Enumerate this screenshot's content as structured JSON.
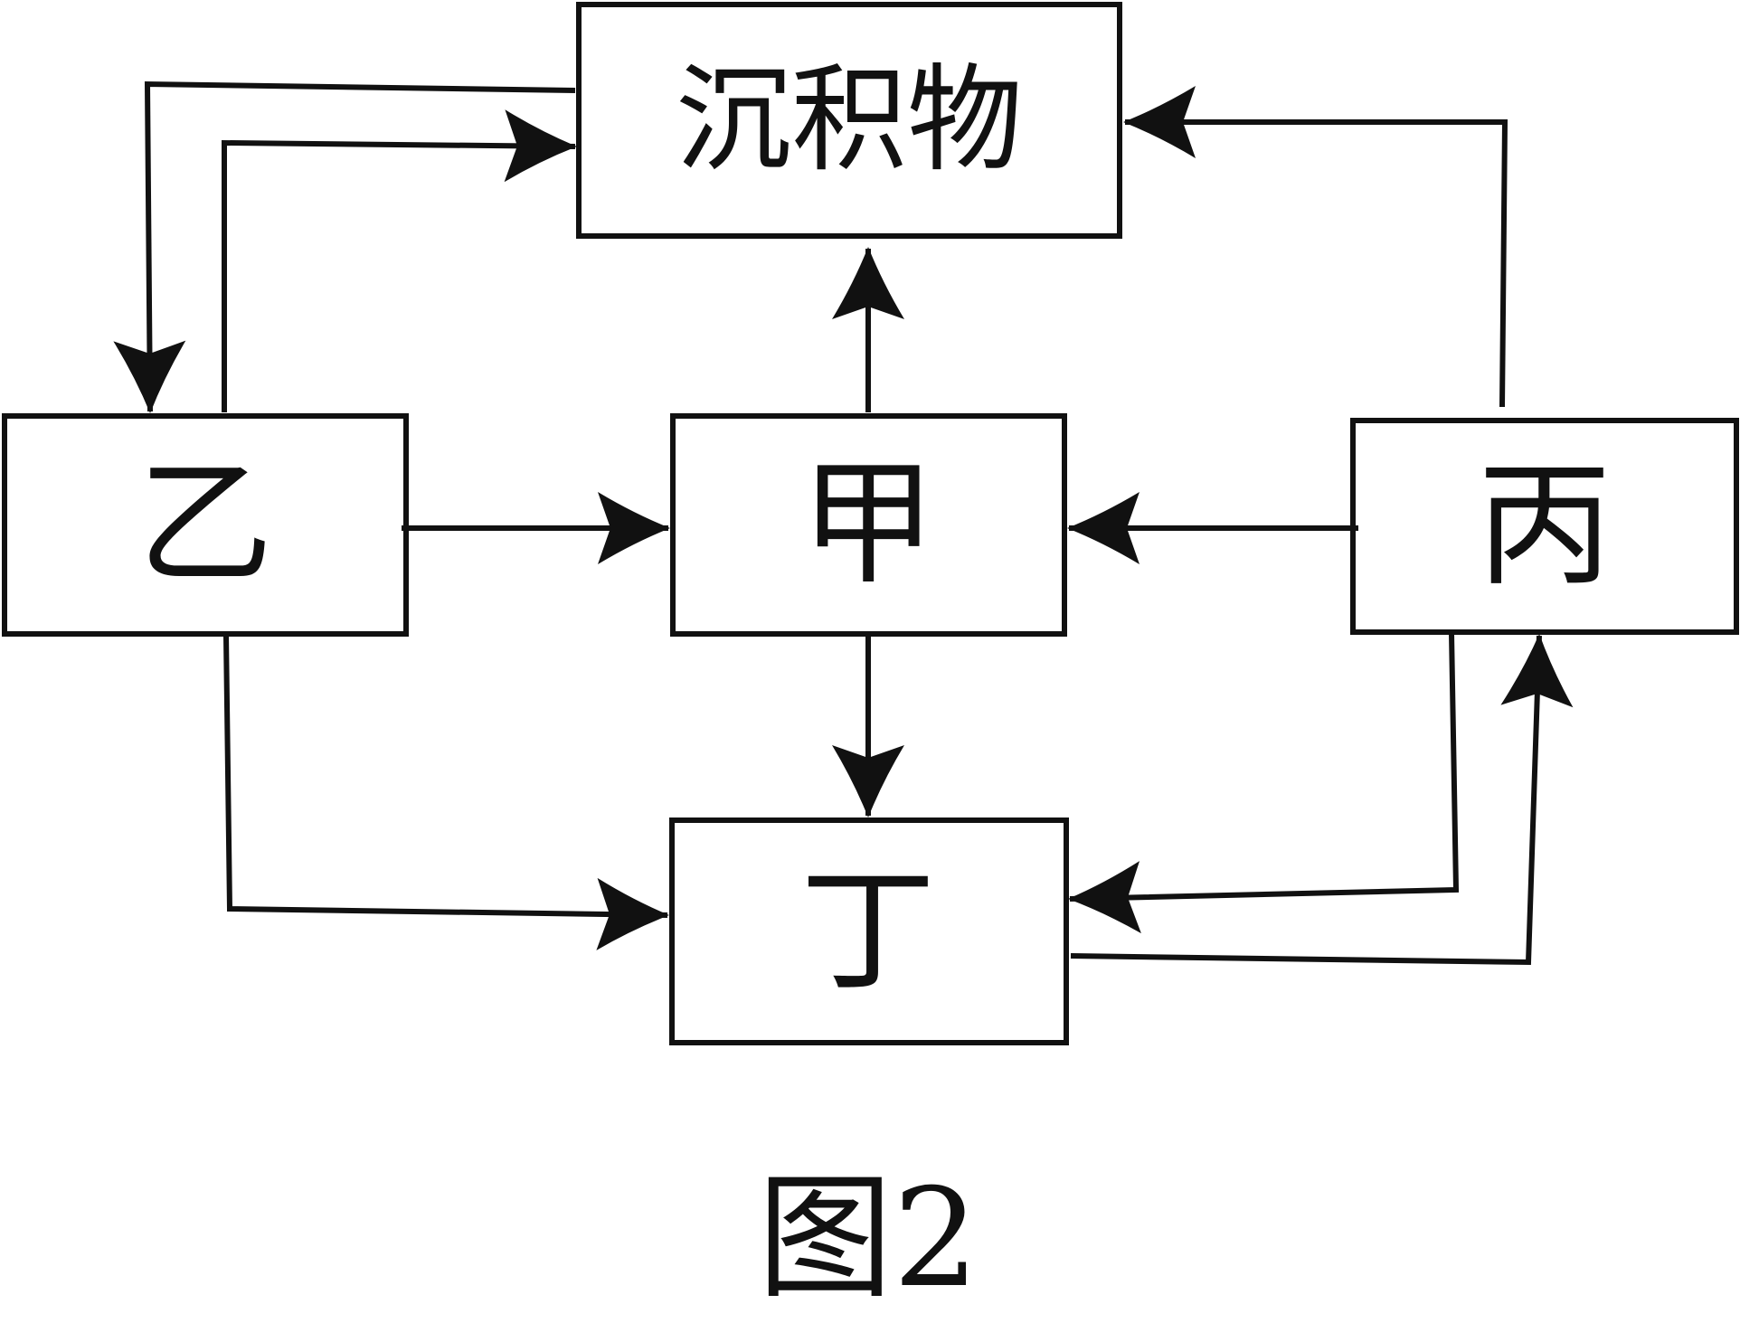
{
  "diagram": {
    "nodes": {
      "sediment": "沉积物",
      "yi": "乙",
      "jia": "甲",
      "bing": "丙",
      "ding": "丁"
    },
    "caption": "图2",
    "edges": [
      {
        "from": "sediment",
        "to": "yi"
      },
      {
        "from": "yi",
        "to": "sediment"
      },
      {
        "from": "bing",
        "to": "sediment"
      },
      {
        "from": "jia",
        "to": "sediment"
      },
      {
        "from": "yi",
        "to": "jia"
      },
      {
        "from": "bing",
        "to": "jia"
      },
      {
        "from": "jia",
        "to": "ding"
      },
      {
        "from": "yi",
        "to": "ding"
      },
      {
        "from": "bing",
        "to": "ding"
      },
      {
        "from": "ding",
        "to": "bing"
      }
    ]
  }
}
